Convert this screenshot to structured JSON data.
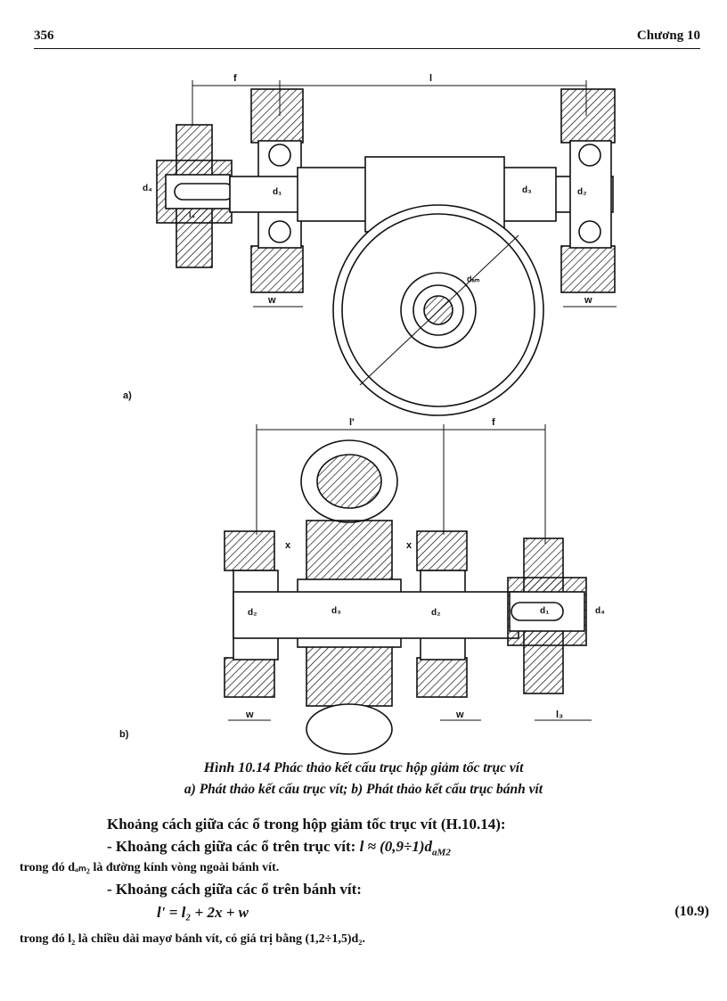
{
  "header": {
    "page_number": "356",
    "chapter": "Chương 10"
  },
  "figure": {
    "label_a": "a)",
    "label_b": "b)",
    "dims_a": {
      "f": "f",
      "l": "l",
      "w_left": "w",
      "w_right": "w",
      "d_am": "dₐₘ",
      "l4": "l₄",
      "d1": "d₁",
      "d2": "d₂",
      "d3": "d₃",
      "d4": "d₄"
    },
    "dims_b": {
      "l_prime": "l'",
      "f": "f",
      "x_left": "x",
      "x_right": "x",
      "w_left": "w",
      "w_right": "w",
      "l3": "l₃",
      "d2": "d₂",
      "d3": "d₃",
      "d1": "d₁",
      "d4": "d₄"
    }
  },
  "caption": {
    "title": "Hình 10.14",
    "title_text": "Phác thảo kết cấu trục hộp giảm tốc trục vít",
    "sub": "a) Phát thảo kết cấu trục vít;  b) Phát thảo kết cấu trục bánh vít"
  },
  "body": {
    "line1": "Khoảng cách giữa các ổ trong hộp giảm tốc trục vít (H.10.14):",
    "line2_prefix": "- Khoảng cách giữa các ổ trên trục vít: ",
    "line2_formula": "l ≈ (0,9÷1)d",
    "line2_sub": "aM2",
    "line3": "trong đó dₐₘ₂ là đường kính vòng ngoài bánh vít.",
    "line4": "- Khoảng cách giữa các ổ trên bánh vít:",
    "equation": "l' = l₂ + 2x + w",
    "equation_number": "(10.9)",
    "line6": "trong đó l₂ là chiều dài mayơ bánh vít, có giá trị bằng (1,2÷1,5)d₂."
  }
}
